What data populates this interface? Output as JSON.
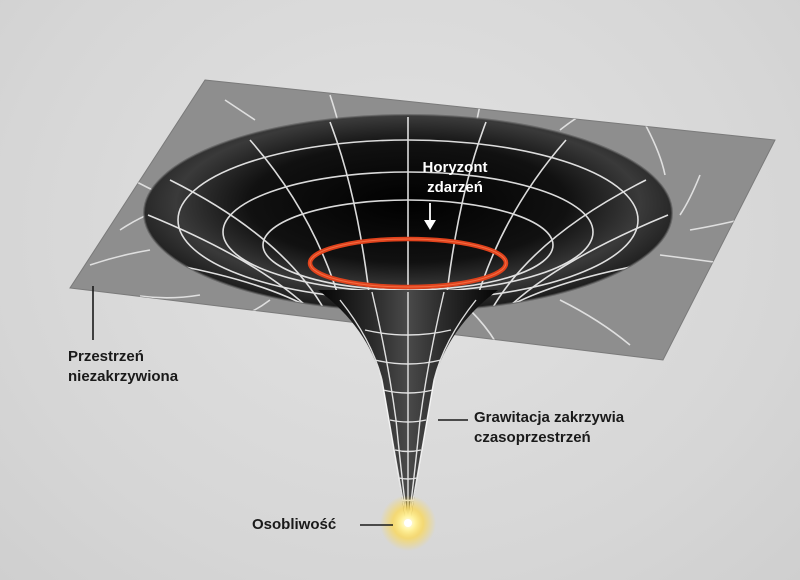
{
  "labels": {
    "event_horizon": "Horyzont\nzdarzeń",
    "flat_space": "Przestrzeń\nniezakrzywiona",
    "curved_spacetime": "Grawitacja zakrzywia\nczasoprzestrzeń",
    "singularity": "Osobliwość"
  },
  "colors": {
    "background": "#dcdcdc",
    "plane": "#8e8e8e",
    "funnel": "#0a0a0a",
    "grid_lines": "#ffffff",
    "event_horizon_ring": "#e0421c",
    "singularity_glow": "#ffd84a",
    "leader_lines": "#1a1a1a"
  }
}
